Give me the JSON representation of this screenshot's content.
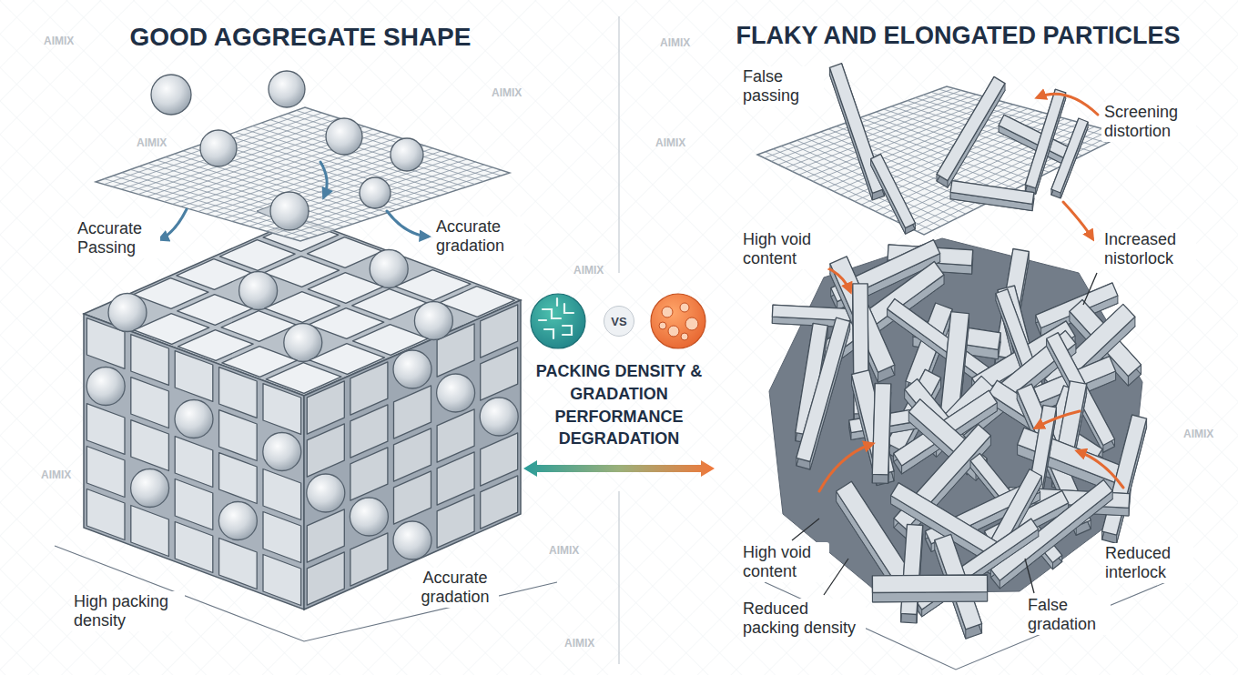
{
  "diagram": {
    "nodes": [
      {
        "text": [
          "VS"
        ]
      }
    ],
    "labels": [
      "GOOD AGGREGATE SHAPE",
      "FLAKY AND ELONGATED PARTICLES",
      "Accurate Passing",
      "Accurate gradation",
      "High packing density",
      "Accurate gradation",
      "PACKING DENSITY & GRADATION PERFORMANCE DEGRADATION",
      "False passing",
      "Screening distortion",
      "High void content",
      "Increased nistorlock",
      "High void content",
      "Reduced interlock",
      "Reduced packing density",
      "False gradation",
      "AIMIX",
      "AIMIX",
      "AIMIX",
      "AIMIX",
      "AIMIX",
      "AIMIX",
      "AIMIX",
      "AIMIX",
      "AIMIX",
      "AIMIX"
    ]
  }
}
